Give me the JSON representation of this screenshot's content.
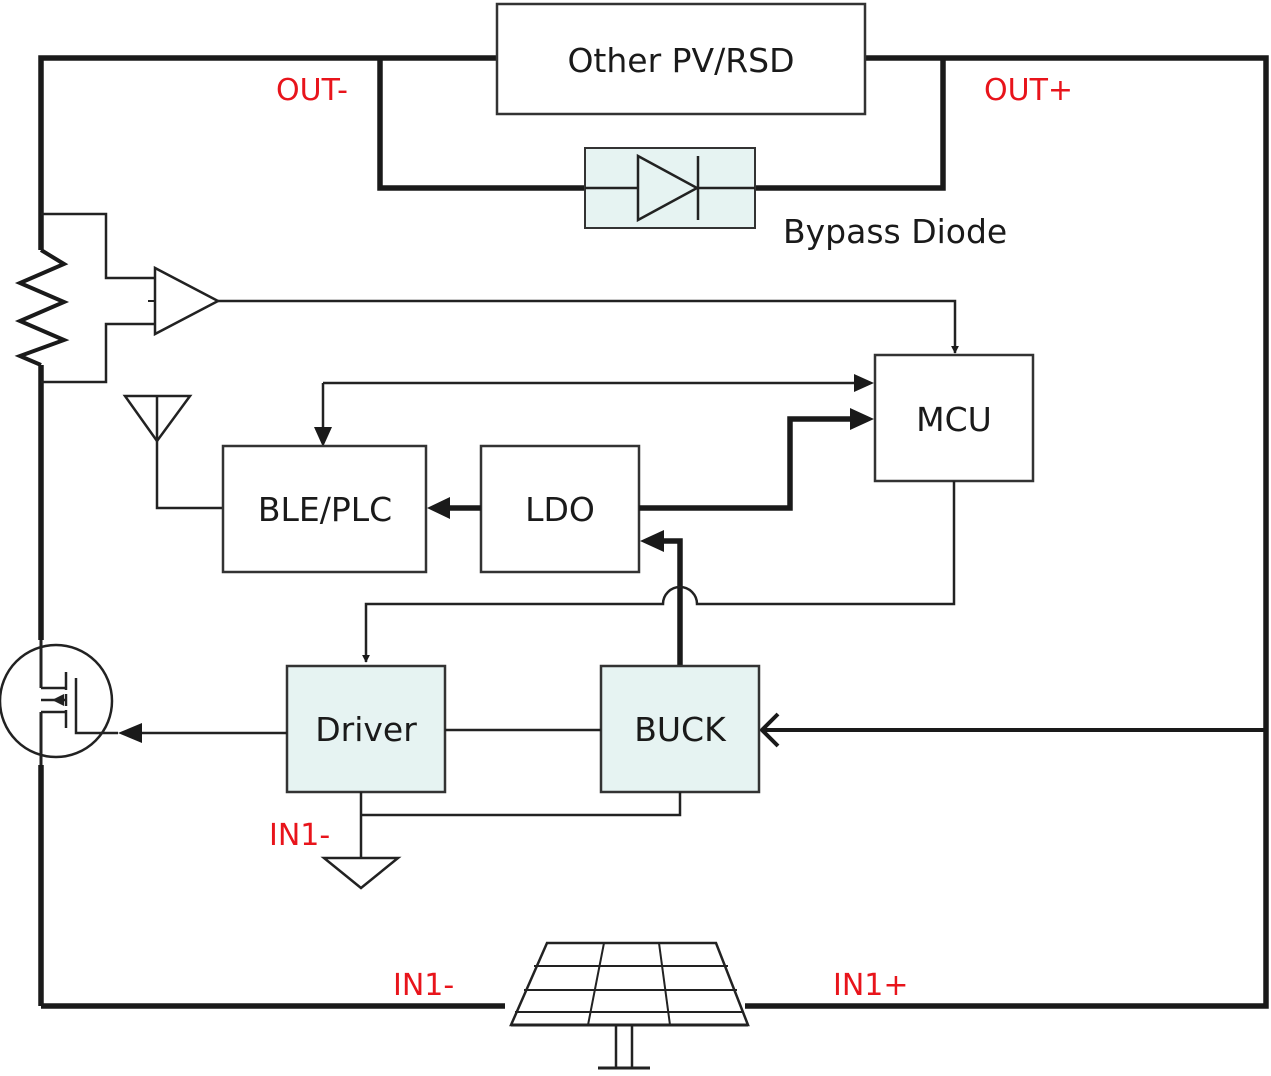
{
  "blocks": {
    "other_pv": "Other PV/RSD",
    "mcu": "MCU",
    "ble_plc": "BLE/PLC",
    "ldo": "LDO",
    "driver": "Driver",
    "buck": "BUCK"
  },
  "labels": {
    "bypass_diode": "Bypass Diode",
    "out_minus": "OUT-",
    "out_plus": "OUT+",
    "in1_minus_ground": "IN1-",
    "in1_minus_panel": "IN1-",
    "in1_plus_panel": "IN1+"
  },
  "colors": {
    "terminal_label": "#e8141b",
    "tinted_block_fill": "#e6f3f2",
    "line": "#1a1a1a"
  },
  "icons": [
    "diode-icon",
    "resistor-icon",
    "amplifier-icon",
    "antenna-icon",
    "mosfet-icon",
    "ground-icon",
    "solar-panel-icon"
  ]
}
